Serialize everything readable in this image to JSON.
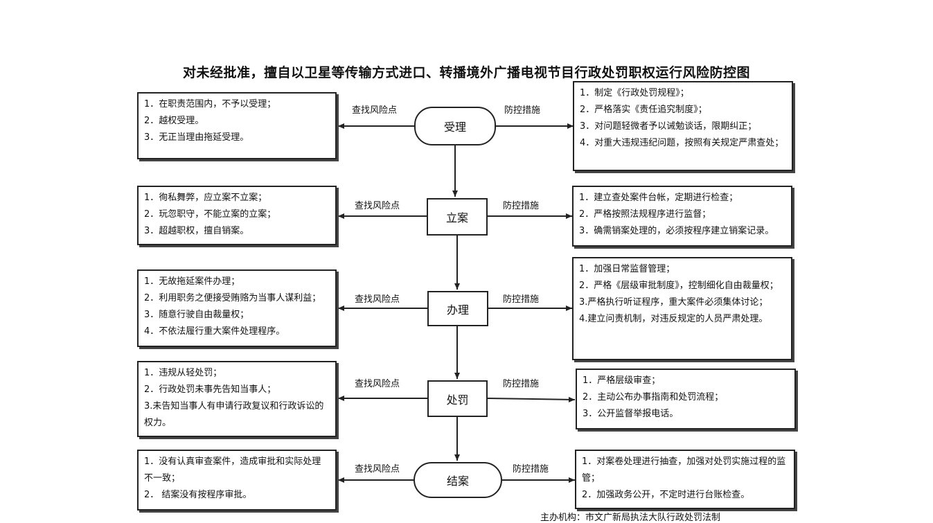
{
  "title": "对未经批准，擅自以卫星等传输方式进口、转播境外广播电视节目行政处罚职权运行风险防控图",
  "labels": {
    "risk": "查找风险点",
    "measure": "防控措施"
  },
  "stages": [
    {
      "name": "受理",
      "risks": [
        "1．在职责范围内，不予以受理；",
        "2．越权受理。",
        "3．无正当理由拖延受理。"
      ],
      "measures": [
        "1．制定《行政处罚规程》；",
        "2．严格落实《责任追究制度》；",
        "3．对问题轻微者予以诫勉谈话，限期纠正；",
        "4．对重大违规违纪问题，按照有关规定严肃查处；"
      ]
    },
    {
      "name": "立案",
      "risks": [
        "1．徇私舞弊，应立案不立案；",
        "2．玩忽职守，不能立案的立案；",
        "3．超越职权，擅自销案。"
      ],
      "measures": [
        "1．建立查处案件台帐，定期进行检查；",
        "2．严格按照法规程序进行监督；",
        "3．确需销案处理的，必须按程序建立销案记录。"
      ]
    },
    {
      "name": "办理",
      "risks": [
        "1．无故拖延案件办理；",
        "2．利用职务之便接受贿赂为当事人谋利益；",
        "3．随意行驶自由裁量权；",
        "4．不依法履行重大案件处理程序。"
      ],
      "measures": [
        "1．加强日常监督管理；",
        "2．严格《层级审批制度》，控制细化自由裁量权；",
        "3.严格执行听证程序，重大案件必须集体讨论；",
        "4.建立问责机制，对违反规定的人员严肃处理。"
      ]
    },
    {
      "name": "处罚",
      "risks": [
        "1．违规从轻处罚；",
        "2．行政处罚未事先告知当事人；",
        "3.未告知当事人有申请行政复议和行政诉讼的权力。"
      ],
      "measures": [
        "1．严格层级审查；",
        "2．主动公布办事指南和处罚流程；",
        "3．公开监督举报电话。"
      ]
    },
    {
      "name": "结案",
      "risks": [
        "1．没有认真审查案件，造成审批和实际处理不一致；",
        "2． 结案没有按程序审批。"
      ],
      "measures": [
        "1．对案卷处理进行抽查，加强对处罚实施过程的监管；",
        "2．加强政务公开，不定时进行台账检查。"
      ]
    }
  ],
  "footer": "主办机构：市文广新局执法大队行政处罚法制"
}
